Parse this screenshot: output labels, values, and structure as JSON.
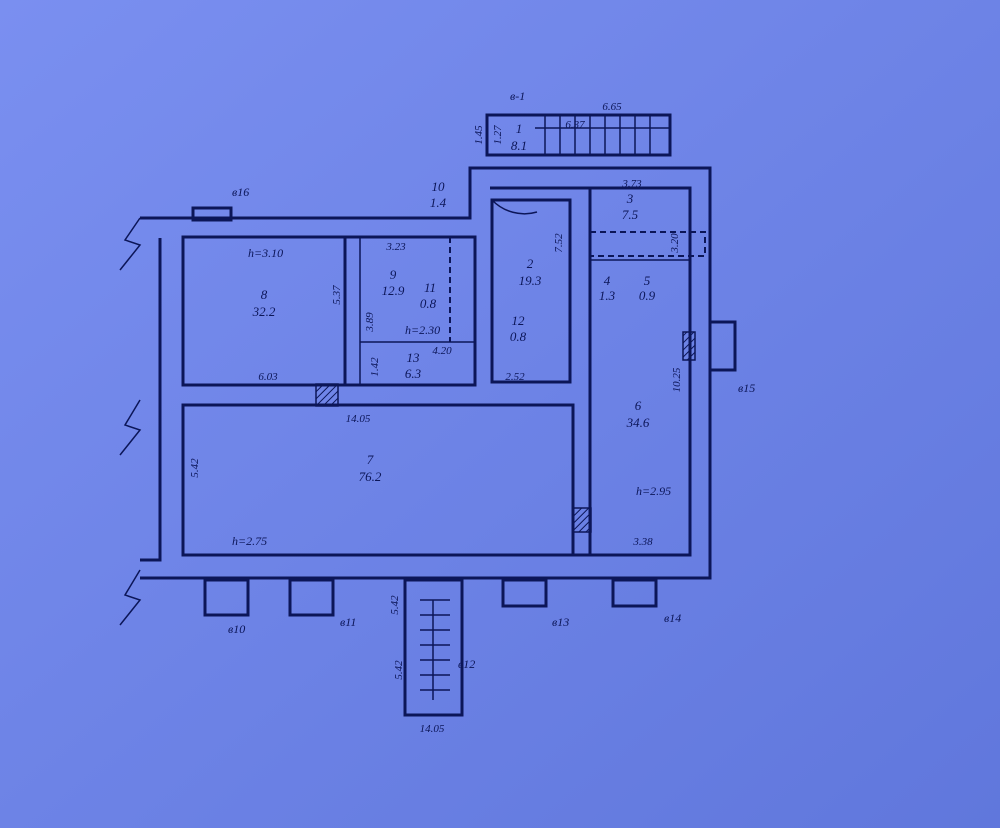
{
  "rooms": [
    {
      "number": "1",
      "area": "8.1"
    },
    {
      "number": "2",
      "area": "19.3"
    },
    {
      "number": "3",
      "area": "7.5"
    },
    {
      "number": "4",
      "area": "1.3"
    },
    {
      "number": "5",
      "area": "0.9"
    },
    {
      "number": "6",
      "area": "34.6"
    },
    {
      "number": "7",
      "area": "76.2"
    },
    {
      "number": "8",
      "area": "32.2"
    },
    {
      "number": "9",
      "area": "12.9"
    },
    {
      "number": "10",
      "area": "1.4"
    },
    {
      "number": "11",
      "area": "0.8"
    },
    {
      "number": "12",
      "area": "0.8"
    },
    {
      "number": "13",
      "area": "6.3"
    }
  ],
  "heights": {
    "room8": "h=3.10",
    "room9": "h=2.30",
    "room6": "h=2.95",
    "room7": "h=2.75"
  },
  "dimensions": {
    "porch_width": "6.65",
    "porch_inner": "6.37",
    "porch_depth_outer": "1.45",
    "porch_depth_inner": "1.27",
    "room3_width": "3.73",
    "room2_length": "7.52",
    "room3_depth": "3.20",
    "room2_width": "2.52",
    "room6_length": "10.25",
    "room6_width": "3.38",
    "room8_top": "5.37",
    "room8_width": "6.03",
    "room9_width": "3.23",
    "room9_depth": "3.89",
    "room13_depth": "1.42",
    "room13_width": "4.20",
    "room7_width": "14.05",
    "room7_depth": "5.42",
    "stair_len1": "5.42",
    "stair_len2": "5.42",
    "stair_width": "14.05"
  },
  "window_labels": [
    "в-1",
    "в16",
    "в15",
    "в10",
    "в11",
    "в12",
    "в13",
    "в14"
  ],
  "colors": {
    "paper": "#6d84e6",
    "ink": "#0c1658"
  }
}
